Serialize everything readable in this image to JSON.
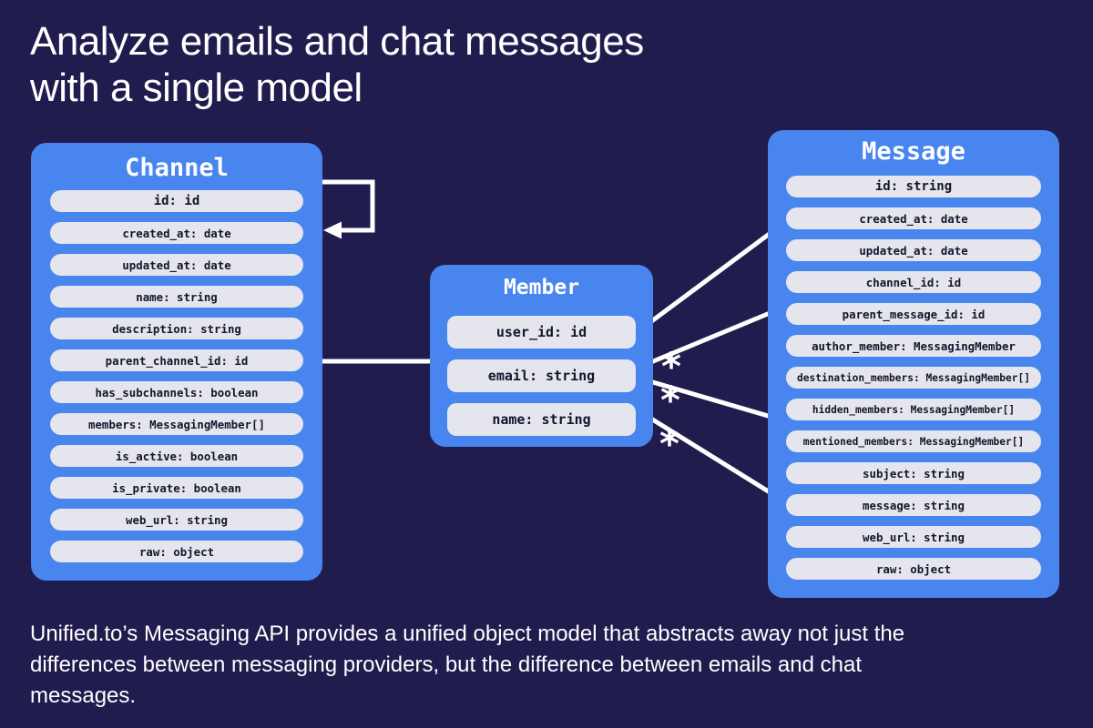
{
  "page": {
    "colors": {
      "background": "#211c4e",
      "card_blue": "#4885ee",
      "pill_bg": "#e5e6ed",
      "pill_text": "#14142b",
      "line": "#ffffff",
      "text": "#ffffff"
    },
    "title": {
      "line1": "Analyze emails and chat messages",
      "line2": "with a single model"
    },
    "description_lines": [
      "Unified.to’s Messaging API provides a unified object model that abstracts away not just the",
      "differences between messaging providers, but the difference between emails and chat",
      "messages."
    ]
  },
  "entities": {
    "channel": {
      "title": "Channel",
      "fields": [
        "id: id",
        "created_at: date",
        "updated_at: date",
        "name: string",
        "description: string",
        "parent_channel_id: id",
        "has_subchannels: boolean",
        "members: MessagingMember[]",
        "is_active: boolean",
        "is_private: boolean",
        "web_url: string",
        "raw: object"
      ]
    },
    "member": {
      "title": "Member",
      "fields": [
        "user_id: id",
        "email: string",
        "name: string"
      ]
    },
    "message": {
      "title": "Message",
      "fields": [
        "id: string",
        "created_at: date",
        "updated_at: date",
        "channel_id: id",
        "parent_message_id: id",
        "author_member: MessagingMember",
        "destination_members: MessagingMember[]",
        "hidden_members: MessagingMember[]",
        "mentioned_members: MessagingMember[]",
        "subject: string",
        "message: string",
        "web_url: string",
        "raw: object"
      ]
    }
  },
  "relations": {
    "cardinality_symbol": "*"
  }
}
